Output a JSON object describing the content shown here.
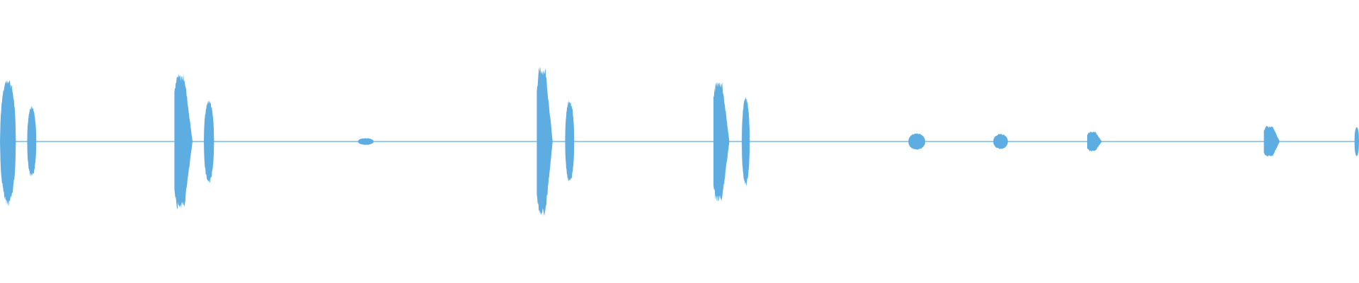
{
  "waveform": {
    "color": "#5dade2",
    "background": "#ffffff",
    "duration_s": 60,
    "baseline_amplitude": 0.01,
    "segments": [
      {
        "start_s": 0.0,
        "end_s": 0.7,
        "peak": 0.46,
        "shape": "ellipse"
      },
      {
        "start_s": 1.2,
        "end_s": 1.6,
        "peak": 0.26,
        "shape": "ellipse"
      },
      {
        "start_s": 7.7,
        "end_s": 8.5,
        "peak": 0.48,
        "shape": "diamond"
      },
      {
        "start_s": 9.0,
        "end_s": 9.45,
        "peak": 0.3,
        "shape": "ellipse"
      },
      {
        "start_s": 15.8,
        "end_s": 16.5,
        "peak": 0.025,
        "shape": "ellipse"
      },
      {
        "start_s": 23.7,
        "end_s": 24.4,
        "peak": 0.53,
        "shape": "diamond"
      },
      {
        "start_s": 24.95,
        "end_s": 25.35,
        "peak": 0.3,
        "shape": "ellipse"
      },
      {
        "start_s": 31.5,
        "end_s": 32.2,
        "peak": 0.43,
        "shape": "diamond"
      },
      {
        "start_s": 32.75,
        "end_s": 33.1,
        "peak": 0.32,
        "shape": "ellipse"
      },
      {
        "start_s": 40.1,
        "end_s": 40.85,
        "peak": 0.06,
        "shape": "ellipse"
      },
      {
        "start_s": 43.85,
        "end_s": 44.5,
        "peak": 0.055,
        "shape": "ellipse"
      },
      {
        "start_s": 48.0,
        "end_s": 48.65,
        "peak": 0.07,
        "shape": "diamond"
      },
      {
        "start_s": 55.8,
        "end_s": 56.5,
        "peak": 0.11,
        "shape": "diamond"
      },
      {
        "start_s": 59.8,
        "end_s": 60.0,
        "peak": 0.11,
        "shape": "ellipse"
      }
    ]
  }
}
